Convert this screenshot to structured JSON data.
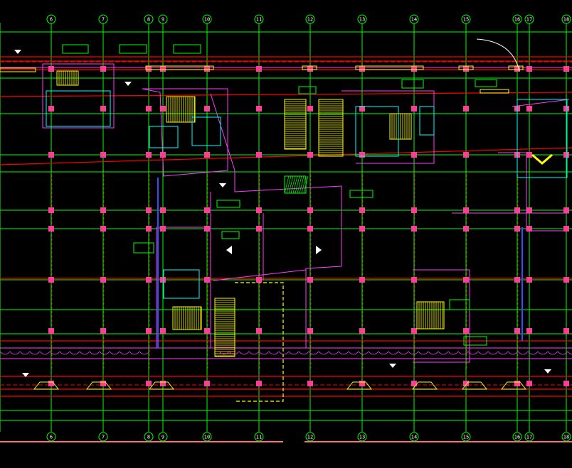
{
  "drawing": {
    "background": "#000000",
    "colors": {
      "grid": "#00ff00",
      "wall": "#ff0000",
      "structure": "#ff3cff",
      "column": "#ff3c96",
      "stair": "#ffff00",
      "core": "#00ffff",
      "annotation": "#ffffff",
      "accent_blue": "#3050ff"
    },
    "grid_axes": [
      "6",
      "7",
      "8",
      "9",
      "10",
      "11",
      "12",
      "13",
      "14",
      "15",
      "16",
      "17",
      "18"
    ],
    "icons": [
      "triangle-marker-icon",
      "north-arrow-icon",
      "dimension-arrow-icon"
    ]
  }
}
